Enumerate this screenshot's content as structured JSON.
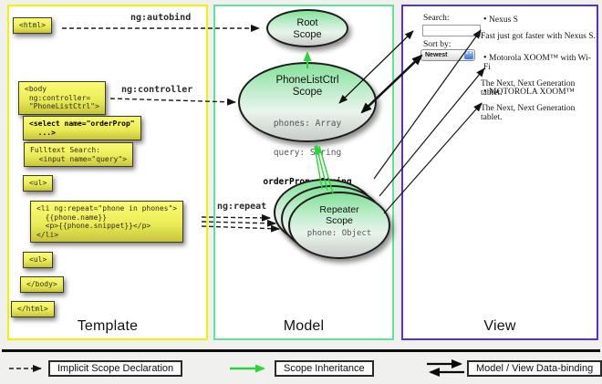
{
  "columns": {
    "template": {
      "label": "Template"
    },
    "model": {
      "label": "Model"
    },
    "view": {
      "label": "View"
    }
  },
  "template_code": {
    "html_open": "<html>",
    "body_open": "<body\n ng:controller=\n \"PhoneListCtrl\">",
    "select": "<select name=\"orderProp\"\n  ...>",
    "fulltext": "Fulltext Search:\n  <input name=\"query\">",
    "ul_open": "<ul>",
    "li_repeat": "<li ng:repeat=\"phone in phones\">\n  {{phone.name}}\n  <p>{{phone.snippet}}</p>\n</li>",
    "ul_close": "<ul>",
    "body_close": "</body>",
    "html_close": "</html>"
  },
  "arrow_labels": {
    "autobind": "ng:autobind",
    "controller": "ng:controller",
    "repeat": "ng:repeat"
  },
  "model_scopes": {
    "root": {
      "title": "Root\nScope"
    },
    "phone_list": {
      "title": "PhoneListCtrl\nScope",
      "prop1": "phones: Array",
      "prop2": "query: String",
      "prop_bold": "orderProp: String"
    },
    "repeater": {
      "title": "Repeater\nScope",
      "prop": "phone: Object"
    }
  },
  "view_panel": {
    "search_label": "Search:",
    "sort_label": "Sort by:",
    "sort_value": "Newest",
    "stepper_glyphs": "▲▼",
    "items": [
      {
        "title": "Nexus S",
        "desc": "Fast just got faster with Nexus S."
      },
      {
        "title": "Motorola XOOM™ with Wi-Fi",
        "desc": "The Next, Next Generation tablet."
      },
      {
        "title": "MOTOROLA XOOM™",
        "desc": "The Next, Next Generation tablet."
      }
    ]
  },
  "legend": {
    "implicit": "Implicit Scope Declaration",
    "inheritance": "Scope Inheritance",
    "binding": "Model / View Data-binding"
  }
}
